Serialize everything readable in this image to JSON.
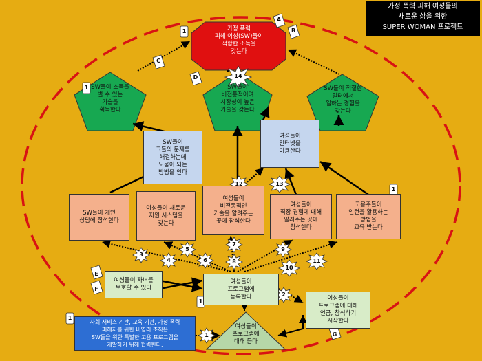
{
  "title": "가정 폭력 피해 여성들의\n새로운 삶을 위한\nSUPER WOMAN 프로젝트",
  "goal": "가정 폭력\n피해 여성(SW)들이\n적합한 소득을\n갖는다",
  "pentagons": {
    "left": "SW들이 소득을\n벌 수 있는\n기술을\n획득한다",
    "center": "SW들이\n비전통적이며\n시장성이 높은\n기술을 갖는다",
    "right": "SW들이 적절한\n일터에서\n일하는 경험을\n갖는다"
  },
  "blue_boxes": {
    "problem": "SW들이\n그들의 문제를\n해결하는데\n도움이 되는\n방법을 안다",
    "internet": "여성들이\n인터넷을\n이용한다"
  },
  "salmon_boxes": {
    "counsel": "SW들이 개인\n상담에 참석한다",
    "support": "여성들이 새로운\n지원 시스템을\n갖는다",
    "nontraditional": "여성들이\n비전통적인\n기술을 알려주는\n곳에 참석한다",
    "jobexp": "여성들이\n직장 경험에 대해\n알려주는 곳에\n참석한다",
    "employers": "고용주들이\n인턴을 활용하는\n방법을\n교육 받는다"
  },
  "green_boxes": {
    "children": "여성들이 자녀를\n보호할 수 있다",
    "register": "여성들이\n프로그램에\n등록한다",
    "mention": "여성들이\n프로그램에 대해\n언급, 참석하기\n시작한다"
  },
  "triangle": "여성들이\n프로그램에\n대해 듣다",
  "bottom_box": "사회 서비스 기관, 교육 기관, 가정 폭력\n피해자를 위한 비영리 조직은\nSW들을 위한 특별한 고용 프로그램을\n개발하기 위해 협력한다.",
  "tags": {
    "a": "A",
    "b": "B",
    "c": "C",
    "d": "D",
    "e": "E",
    "f": "F",
    "g": "G",
    "n14": "14",
    "n13": "13",
    "n12": "12",
    "n1": "1",
    "n2": "2",
    "n3": "3",
    "n4": "4",
    "n5": "5",
    "n6": "6",
    "n7": "7",
    "n8": "8",
    "n9": "9",
    "n10": "10",
    "n11": "11",
    "i1": "1",
    "i2": "1",
    "i3": "1",
    "i4": "1"
  }
}
